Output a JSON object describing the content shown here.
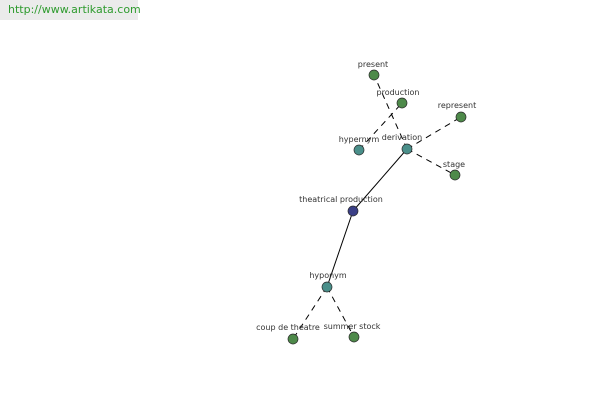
{
  "source": {
    "url_text": "http://www.artikata.com"
  },
  "colors": {
    "center": "#3a3f86",
    "relation": "#4a8f8a",
    "leaf": "#4e8a4a",
    "link": "#2e9b2e"
  },
  "graph": {
    "nodes": {
      "center": {
        "label": "theatrical production",
        "kind": "center"
      },
      "hypernym": {
        "label": "hypernym",
        "kind": "relation"
      },
      "derivation": {
        "label": "derivation",
        "kind": "relation"
      },
      "hyponym": {
        "label": "hyponym",
        "kind": "relation"
      },
      "present": {
        "label": "present",
        "kind": "leaf"
      },
      "production": {
        "label": "production",
        "kind": "leaf"
      },
      "represent": {
        "label": "represent",
        "kind": "leaf"
      },
      "stage": {
        "label": "stage",
        "kind": "leaf"
      },
      "coup_de_theatre": {
        "label": "coup de theatre",
        "kind": "leaf"
      },
      "summer_stock": {
        "label": "summer stock",
        "kind": "leaf"
      }
    },
    "edges": [
      {
        "from": "center",
        "to": "derivation",
        "style": "solid"
      },
      {
        "from": "center",
        "to": "hyponym",
        "style": "solid"
      },
      {
        "from": "hypernym",
        "to": "production",
        "style": "dashed"
      },
      {
        "from": "derivation",
        "to": "present",
        "style": "dashed"
      },
      {
        "from": "derivation",
        "to": "represent",
        "style": "dashed"
      },
      {
        "from": "derivation",
        "to": "stage",
        "style": "dashed"
      },
      {
        "from": "hyponym",
        "to": "coup_de_theatre",
        "style": "dashed"
      },
      {
        "from": "hyponym",
        "to": "summer_stock",
        "style": "dashed"
      }
    ]
  }
}
